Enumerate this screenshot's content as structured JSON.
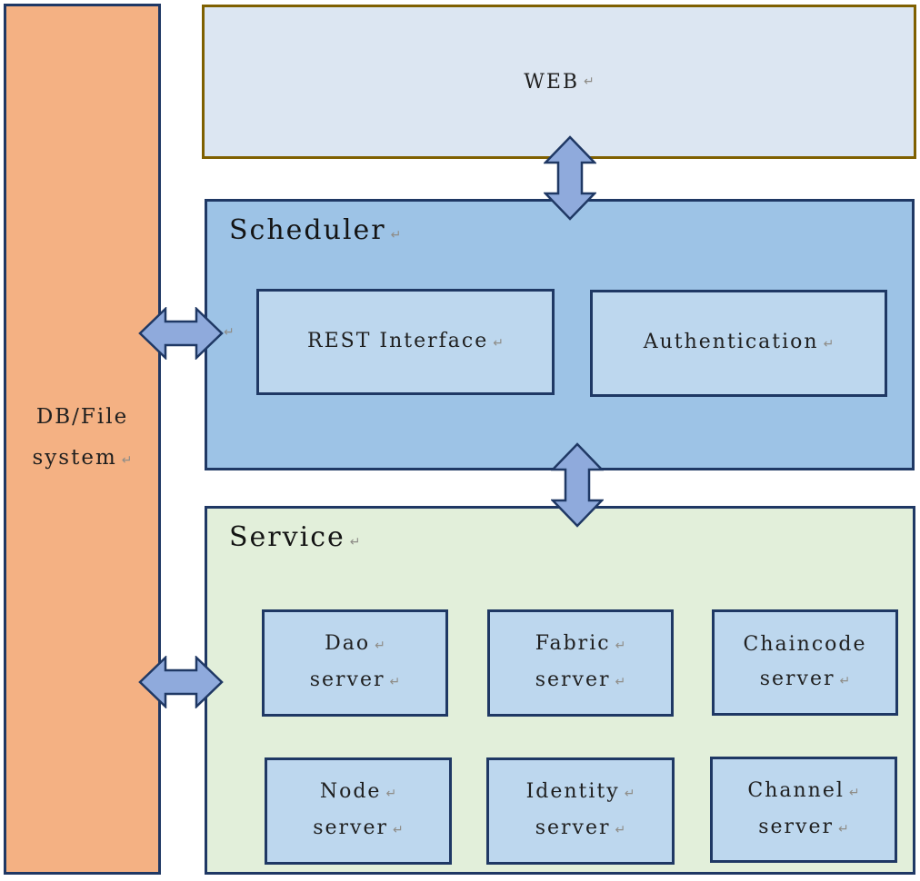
{
  "marks": {
    "pilcrow": "↵"
  },
  "colors": {
    "navy_border": "#1f3864",
    "orange_fill": "#f4b183",
    "web_fill": "#dce6f2",
    "web_border": "#7f6000",
    "scheduler_fill": "#9dc3e6",
    "inner_box_fill": "#bdd7ee",
    "service_fill": "#e2efda",
    "arrow_fill": "#8faadc"
  },
  "db_file_system": {
    "line1": "DB/File",
    "line2": "system"
  },
  "web": {
    "label": "WEB"
  },
  "scheduler": {
    "title": "Scheduler",
    "boxes": [
      {
        "label": "REST Interface"
      },
      {
        "label": "Authentication"
      }
    ]
  },
  "service": {
    "title": "Service",
    "boxes": [
      {
        "line1": "Dao",
        "line2": "server"
      },
      {
        "line1": "Fabric",
        "line2": "server"
      },
      {
        "line1": "Chaincode",
        "line2": "server"
      },
      {
        "line1": "Node",
        "line2": "server"
      },
      {
        "line1": "Identity",
        "line2": "server"
      },
      {
        "line1": "Channel",
        "line2": "server"
      }
    ]
  }
}
